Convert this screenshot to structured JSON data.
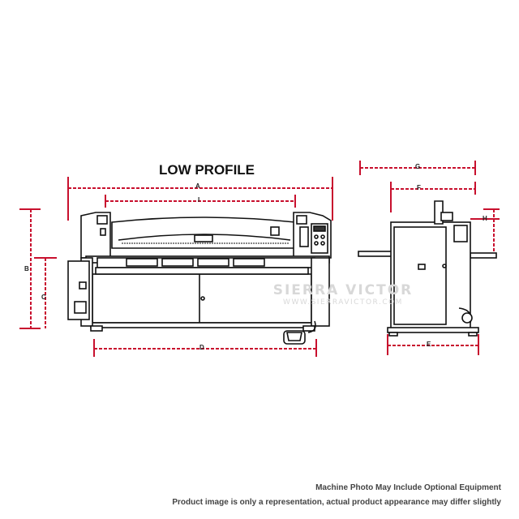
{
  "title": "LOW PROFILE",
  "watermark": {
    "line1": "SIERRA VICTOR",
    "line2": "WWW.SIERRAVICTOR.COM"
  },
  "dimension_labels": {
    "A": "A",
    "B": "B",
    "C": "C",
    "D": "D",
    "E": "E",
    "F": "F",
    "G": "G",
    "H": "H",
    "I": "I"
  },
  "disclaimer": {
    "line1": "Machine Photo May Include Optional Equipment",
    "line2": "Product image is only a representation, actual product appearance may differ slightly"
  },
  "colors": {
    "dimension_line": "#c8102e",
    "machine_line": "#111111"
  }
}
